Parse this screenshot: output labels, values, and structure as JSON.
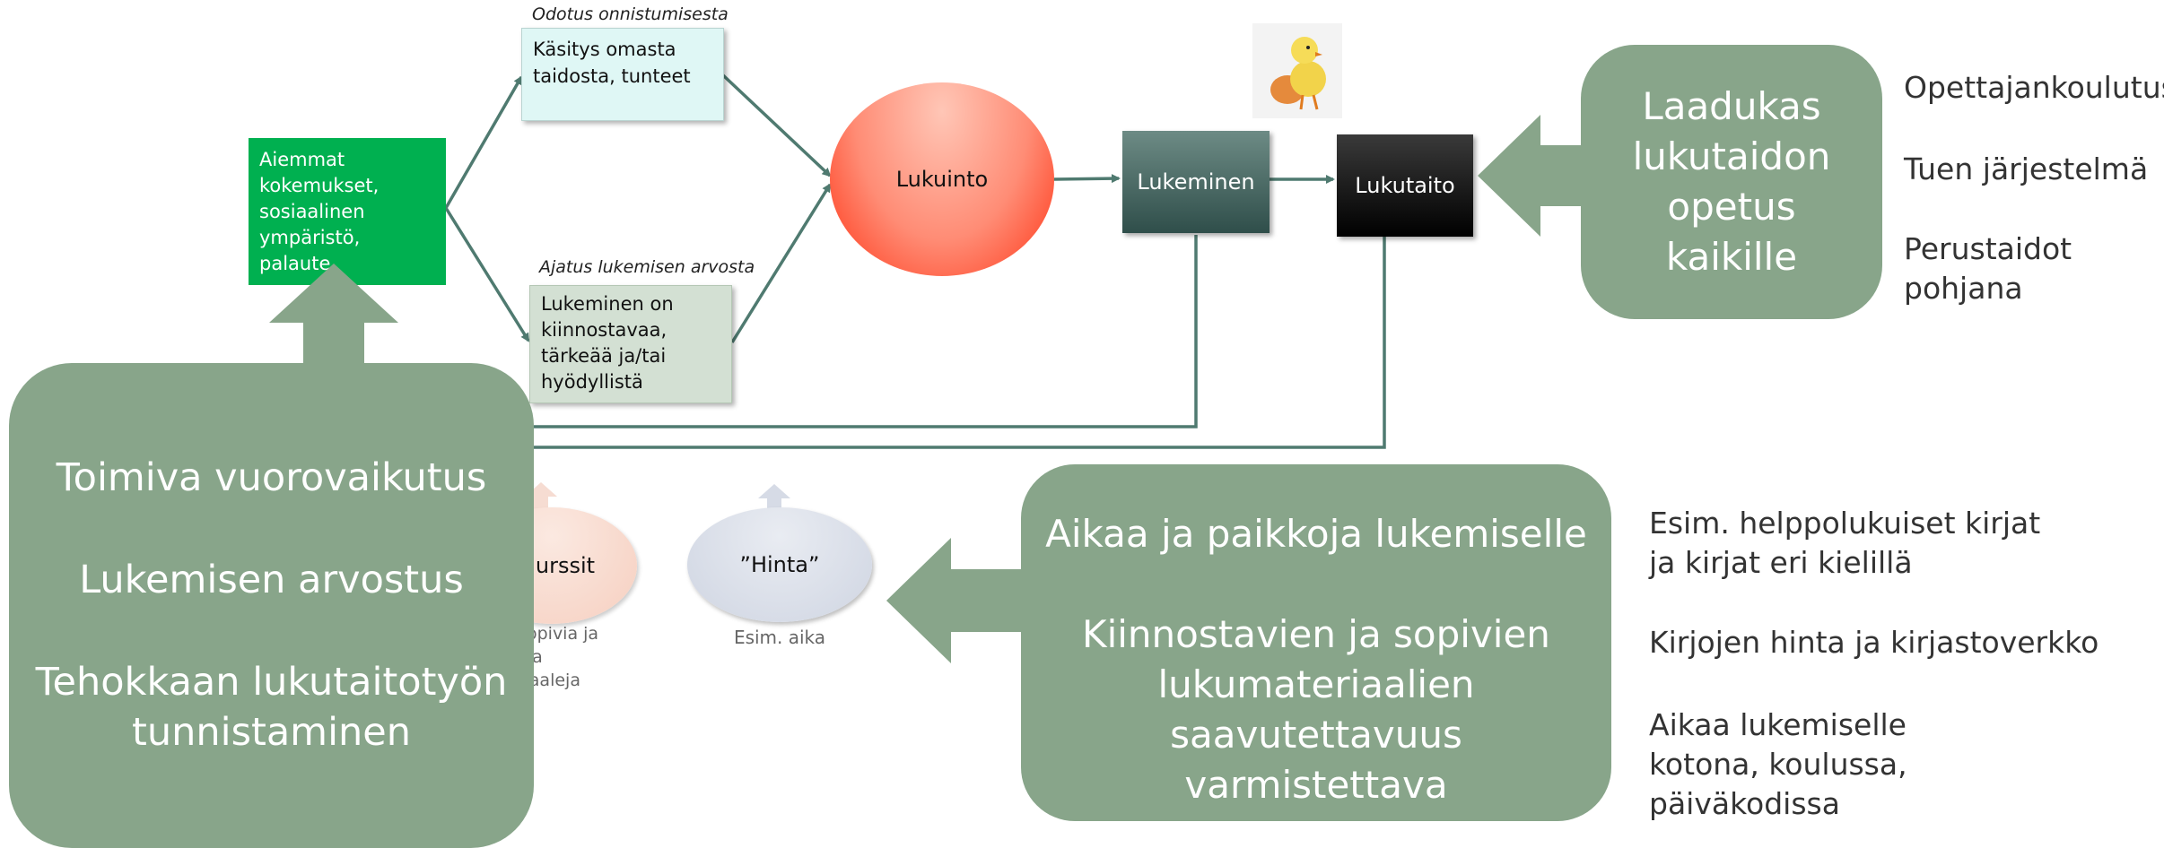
{
  "nodes": {
    "aiemmat": "Aiemmat kokemukset, sosiaalinen ympäristö, palaute",
    "odotus_caption": "Odotus onnistumisesta",
    "kasitys": "Käsitys omasta taidosta, tunteet",
    "ajatus_caption": "Ajatus lukemisen arvosta",
    "lukeminen_on": "Lukeminen on kiinnostavaa, tärkeää ja/tai hyödyllistä",
    "lukuinto": "Lukuinto",
    "lukeminen": "Lukeminen",
    "lukutaito": "Lukutaito",
    "resurssit": "urssit",
    "resurssit_sub": ". sopivia ja avia eriaaleja",
    "hinta": "”Hinta”",
    "hinta_sub": "Esim. aika"
  },
  "left_panel": {
    "line1": "Toimiva vuorovaikutus",
    "line2": "Lukemisen arvostus",
    "line3": "Tehokkaan lukutaitotyön tunnistaminen"
  },
  "right_panel": {
    "text": "Laadukas lukutaidon opetus kaikille"
  },
  "right_list": {
    "item1": "Opettajankoulutus",
    "item2": "Tuen järjestelmä",
    "item3": "Perustaidot pohjana"
  },
  "bottom_panel": {
    "line1": "Aikaa ja paikkoja lukemiselle",
    "line2": "Kiinnostavien ja sopivien lukumateriaalien saavutettavuus varmistettava"
  },
  "bottom_list": {
    "item1": "Esim. helppolukuiset kirjat ja kirjat eri kielillä",
    "item2": "Kirjojen hinta ja kirjastoverkko",
    "item3": "Aikaa lukemiselle kotona, koulussa, päiväkodissa"
  },
  "colors": {
    "panel": "#88a58a",
    "green_box": "#00b050",
    "connector": "#4f7a70",
    "lukuinto_top": "#ffc0b0",
    "lukuinto_bottom": "#ff3a1a",
    "lukeminen_top": "#6d8b85",
    "lukeminen_bottom": "#2f4e4a"
  }
}
